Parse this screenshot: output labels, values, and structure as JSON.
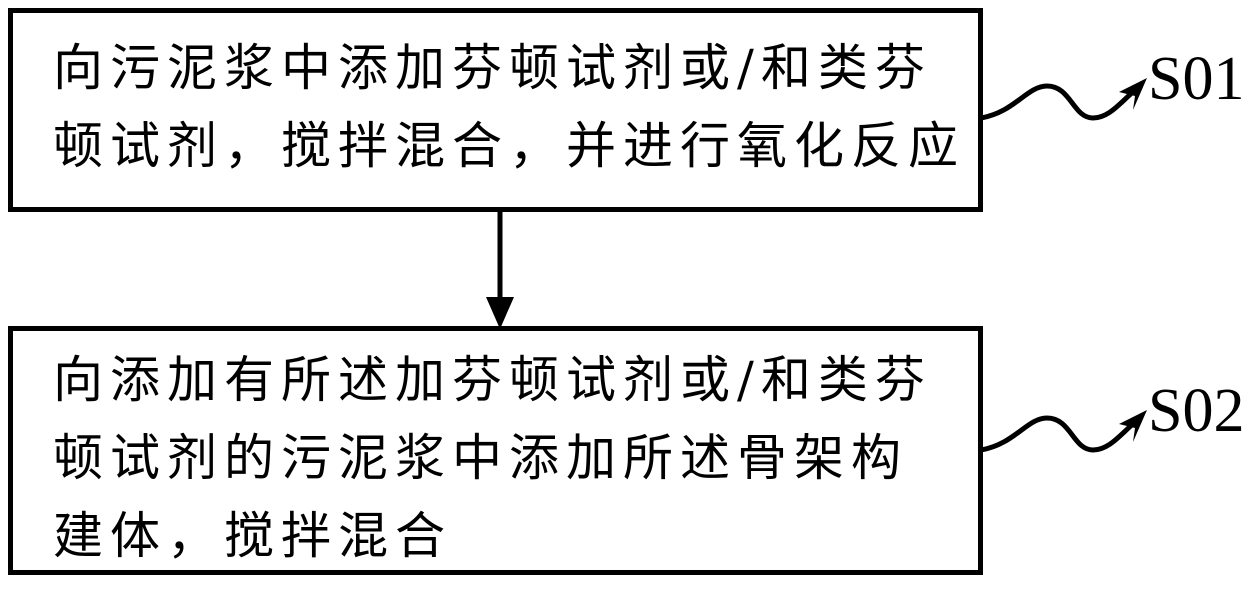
{
  "diagram": {
    "type": "flowchart",
    "orientation": "vertical",
    "background_color": "#ffffff",
    "line_color": "#000000",
    "steps": [
      {
        "id": "S01",
        "label": "S01",
        "text": "向污泥浆中添加芬顿试剂或/和类芬\n顿试剂，搅拌混合，并进行氧化反应",
        "lines": [
          "向污泥浆中添加芬顿试剂或/和类芬",
          "顿试剂，搅拌混合，并进行氧化反应"
        ]
      },
      {
        "id": "S02",
        "label": "S02",
        "text": "向添加有所述加芬顿试剂或/和类芬\n顿试剂的污泥浆中添加所述骨架构\n建体，搅拌混合",
        "lines": [
          "向添加有所述加芬顿试剂或/和类芬",
          "顿试剂的污泥浆中添加所述骨架构",
          "建体，搅拌混合"
        ]
      }
    ],
    "connectors": [
      {
        "name": "s01-to-s02-arrow",
        "from": "S01",
        "to": "S02",
        "shape": "straight-down-arrow"
      },
      {
        "name": "s01-leader",
        "from": "S01",
        "to": "label-S01",
        "shape": "s-curve-arrow"
      },
      {
        "name": "s02-leader",
        "from": "S02",
        "to": "label-S02",
        "shape": "s-curve-arrow"
      }
    ]
  }
}
